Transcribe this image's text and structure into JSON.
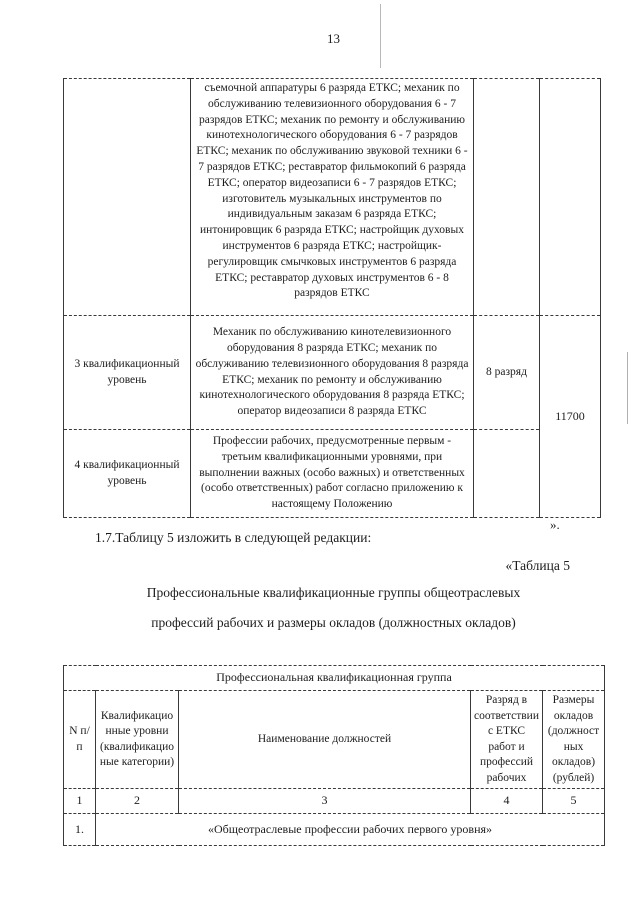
{
  "page": {
    "number": "13"
  },
  "table1": {
    "rows": [
      {
        "level": "",
        "text": "съемочной аппаратуры 6 разряда ЕТКС; механик по обслуживанию телевизионного оборудования 6 - 7 разрядов ЕТКС; механик по ремонту и обслуживанию кинотехнологического оборудования 6 - 7 разрядов ЕТКС; механик по обслуживанию звуковой техники 6 - 7 разрядов ЕТКС; реставратор фильмокопий 6 разряда ЕТКС; оператор видеозаписи 6 - 7 разрядов ЕТКС; изготовитель музыкальных инструментов по индивидуальным заказам 6 разряда ЕТКС; интонировщик 6 разряда ЕТКС; настройщик духовых инструментов 6 разряда ЕТКС; настройщик-регулировщик смычковых инструментов 6 разряда ЕТКС; реставратор духовых инструментов 6 - 8 разрядов ЕТКС",
        "grade": ""
      },
      {
        "level": "3 квалификационный уровень",
        "text": "Механик по обслуживанию кинотелевизионного оборудования 8 разряда ЕТКС; механик по обслуживанию телевизионного оборудования 8 разряда ЕТКС; механик по ремонту и обслуживанию кинотехнологического оборудования 8 разряда ЕТКС; оператор видеозаписи 8 разряда ЕТКС",
        "grade": "8 разряд"
      },
      {
        "level": "4 квалификационный уровень",
        "text": "Профессии рабочих, предусмотренные первым - третьим квалификационными уровнями, при выполнении важных (особо важных) и ответственных (особо ответственных) работ согласно приложению к настоящему Положению",
        "grade": ""
      }
    ],
    "salary": "11700",
    "closing_mark": "»."
  },
  "paragraph": "1.7.Таблицу 5 изложить в следующей редакции:",
  "table_label": "«Таблица 5",
  "title_line1": "Профессиональные квалификационные группы общеотраслевых",
  "title_line2": "профессий рабочих и размеры окладов (должностных окладов)",
  "table2": {
    "group_header": "Профессиональная квалификационная группа",
    "columns": [
      {
        "header": "N п/п",
        "num": "1"
      },
      {
        "header": "Квалификационные уровни (квалификационые категории)",
        "num": "2"
      },
      {
        "header": "Наименование должностей",
        "num": "3"
      },
      {
        "header": "Разряд в соответствии с ЕТКС работ и профессий рабочих",
        "num": "4"
      },
      {
        "header": "Размеры окладов (должностных окладов) (рублей)",
        "num": "5"
      }
    ],
    "rows": [
      {
        "num": "1.",
        "text": "«Общеотраслевые профессии рабочих первого уровня»"
      }
    ]
  }
}
